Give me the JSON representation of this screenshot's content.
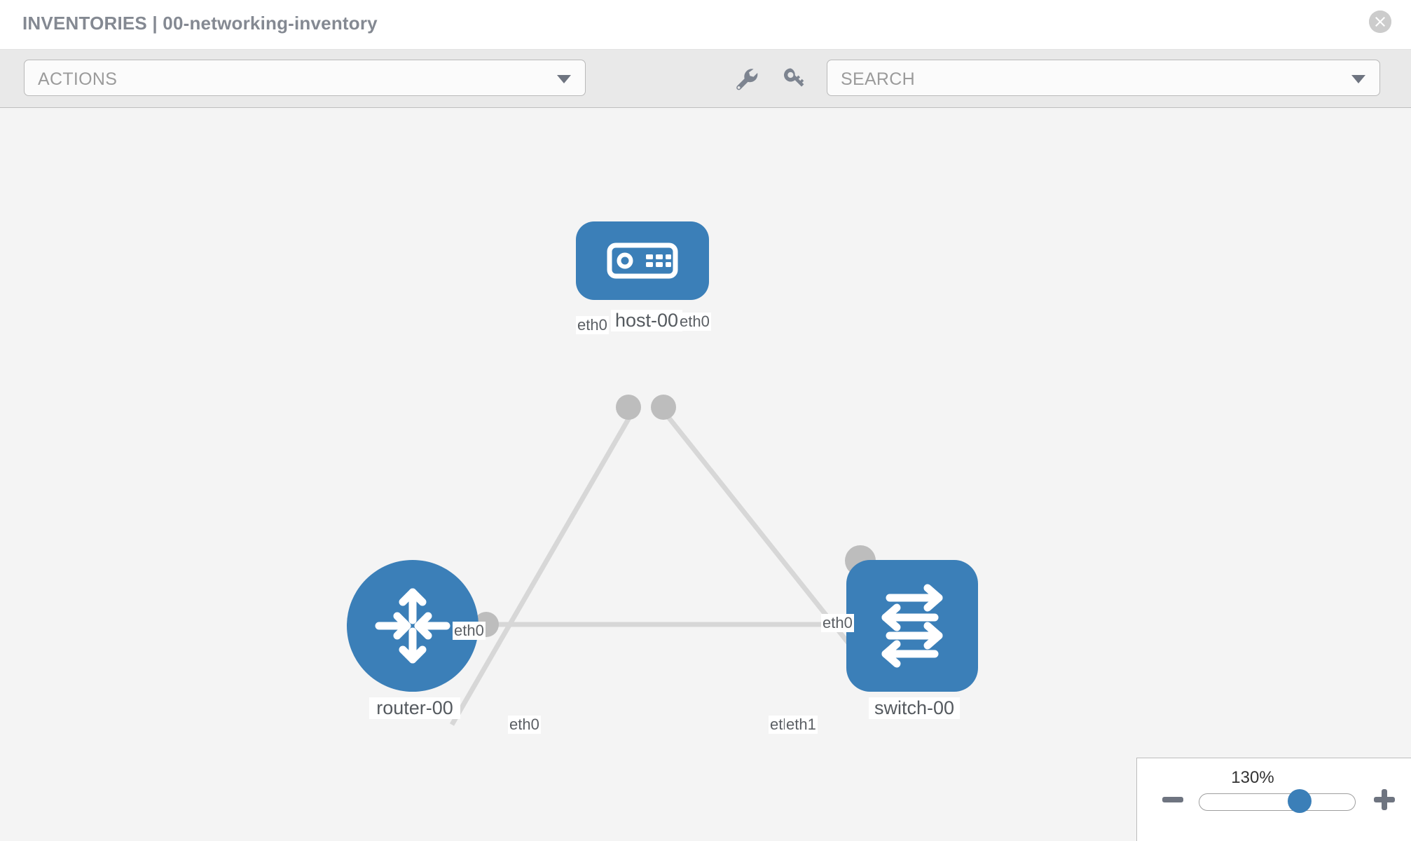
{
  "window": {
    "title": "INVENTORIES | 00-networking-inventory",
    "close_icon": "close-circle-icon"
  },
  "toolbar": {
    "actions_label": "ACTIONS",
    "actions_caret": "chevron-down-icon",
    "wrench_icon": "wrench-icon",
    "key_icon": "key-icon",
    "search_placeholder": "SEARCH",
    "search_value": "SEARCH",
    "search_caret": "chevron-down-icon"
  },
  "topology": {
    "nodes": [
      {
        "id": "host-00",
        "label": "host-00",
        "icon": "server-icon",
        "shape": "rounded-rect",
        "color": "#3b7fb8"
      },
      {
        "id": "router-00",
        "label": "router-00",
        "icon": "router-arrows-icon",
        "shape": "circle",
        "color": "#3b7fb8"
      },
      {
        "id": "switch-00",
        "label": "switch-00",
        "icon": "switch-arrows-icon",
        "shape": "rounded-square",
        "color": "#3b7fb8"
      }
    ],
    "links": [
      {
        "from": "host-00",
        "from_iface": "eth0",
        "to": "router-00",
        "to_iface": "eth0"
      },
      {
        "from": "host-00",
        "from_iface": "eth0",
        "to": "switch-00",
        "to_iface": "eth0"
      },
      {
        "from": "router-00",
        "from_iface": "eth0",
        "to": "switch-00",
        "to_iface": "eth1"
      }
    ],
    "iface_labels": {
      "host_left": "eth0",
      "host_right": "eth0",
      "router_up": "eth0",
      "router_right": "eth0",
      "switch_up": "eth0",
      "switch_left_under": "eth0",
      "switch_left_over": "eth1"
    },
    "link_color": "#d7d7d7",
    "canvas_bg": "#f4f4f4"
  },
  "zoom": {
    "value": "130%",
    "minus_label": "zoom-out",
    "plus_label": "zoom-in",
    "thumb_position_percent": 67
  }
}
